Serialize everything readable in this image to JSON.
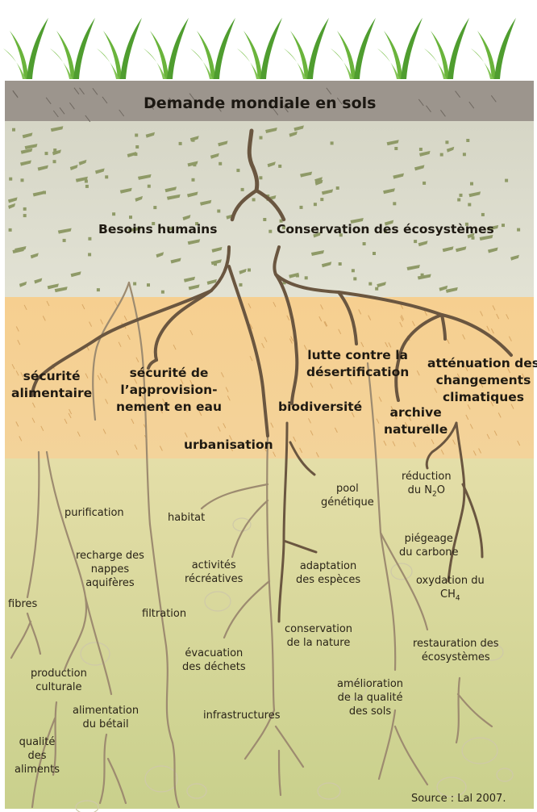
{
  "title": "Demande mondiale en sols",
  "branches": {
    "human_needs": "Besoins humains",
    "ecosystem_conservation": "Conservation des écosystèmes"
  },
  "categories": {
    "food_security": "sécurité\nalimentaire",
    "water_supply": "sécurité de\nl’approvision-\nnement en eau",
    "urbanisation": "urbanisation",
    "biodiversity": "biodiversité",
    "desertification": "lutte contre la\ndésertification",
    "archive": "archive\nnaturelle",
    "climate": "atténuation des\nchangements\nclimatiques"
  },
  "leaves": {
    "fibres": "fibres",
    "production": "production\nculturale",
    "livestock": "alimentation\ndu bétail",
    "food_quality": "qualité\ndes\naliments",
    "purification": "purification",
    "recharge": "recharge des\nnappes\naquifères",
    "filtration": "filtration",
    "habitat": "habitat",
    "recreation": "activités\nrécréatives",
    "waste": "évacuation\ndes déchets",
    "infrastructure": "infrastructures",
    "gene_pool": "pool\ngénétique",
    "adaptation": "adaptation\ndes espèces",
    "nature_conservation": "conservation\nde la nature",
    "soil_quality": "amélioration\nde la qualité\ndes sols",
    "restoration": "restauration des\nécosystèmes",
    "n2o_line1": "réduction",
    "n2o_du": "du N",
    "n2o_sub": "2",
    "n2o_end": "O",
    "carbon": "piégeage\ndu carbone",
    "ch4_line1": "oxydation du",
    "ch4_ch": "CH",
    "ch4_sub": "4"
  },
  "source": "Source : Lal 2007.",
  "colors": {
    "grass": "#6ab43c",
    "topsoil": "#9b948c",
    "grey_layer": "#dcdccd",
    "orange_layer": "#f6cd8b",
    "green_layer": "#d3d59c",
    "root_dark": "#6a5640",
    "root_light": "#9d8b70",
    "speckle": "#8f9a67"
  }
}
